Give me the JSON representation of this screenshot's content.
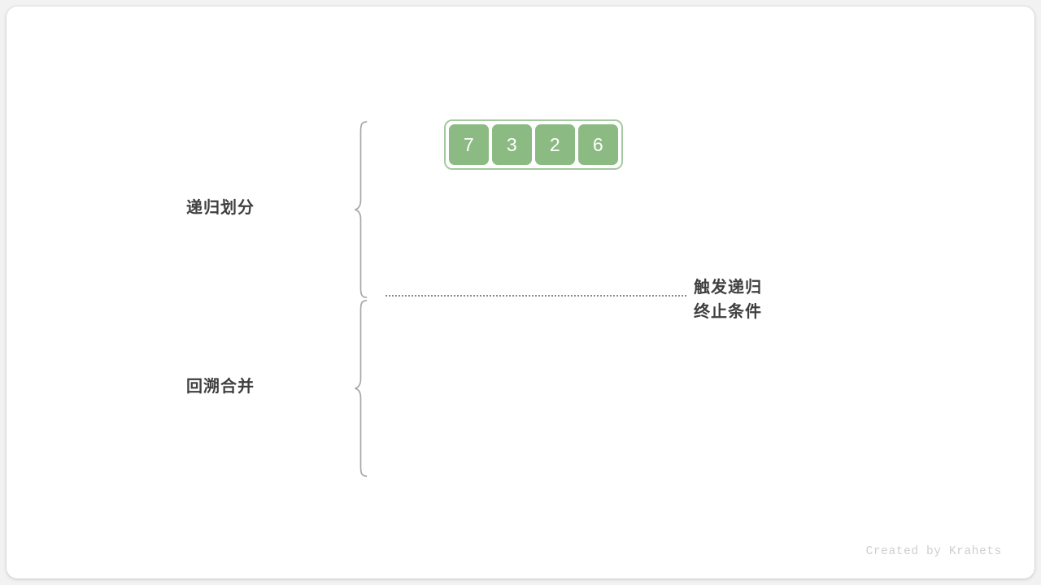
{
  "diagram": {
    "title": "merge-sort-recursion-overview",
    "array": {
      "name": "array-row",
      "values": [
        "7",
        "3",
        "2",
        "6"
      ],
      "cell_color": "#8cba83",
      "border_color": "#a4c9a0",
      "text_color": "#ffffff"
    },
    "sections": [
      {
        "key": "divide",
        "label": "递归划分",
        "brace": "left-curly-brace"
      },
      {
        "key": "merge",
        "label": "回溯合并",
        "brace": "left-curly-brace"
      }
    ],
    "divider": {
      "style": "dotted",
      "color": "#8a8a8a"
    },
    "note": {
      "line1": "触发递归",
      "line2": "终止条件"
    },
    "credit": "Created by Krahets",
    "colors": {
      "canvas": "#ffffff",
      "page": "#f2f2f2",
      "text": "#3f3f3f",
      "credit": "#cfcfcf"
    }
  }
}
